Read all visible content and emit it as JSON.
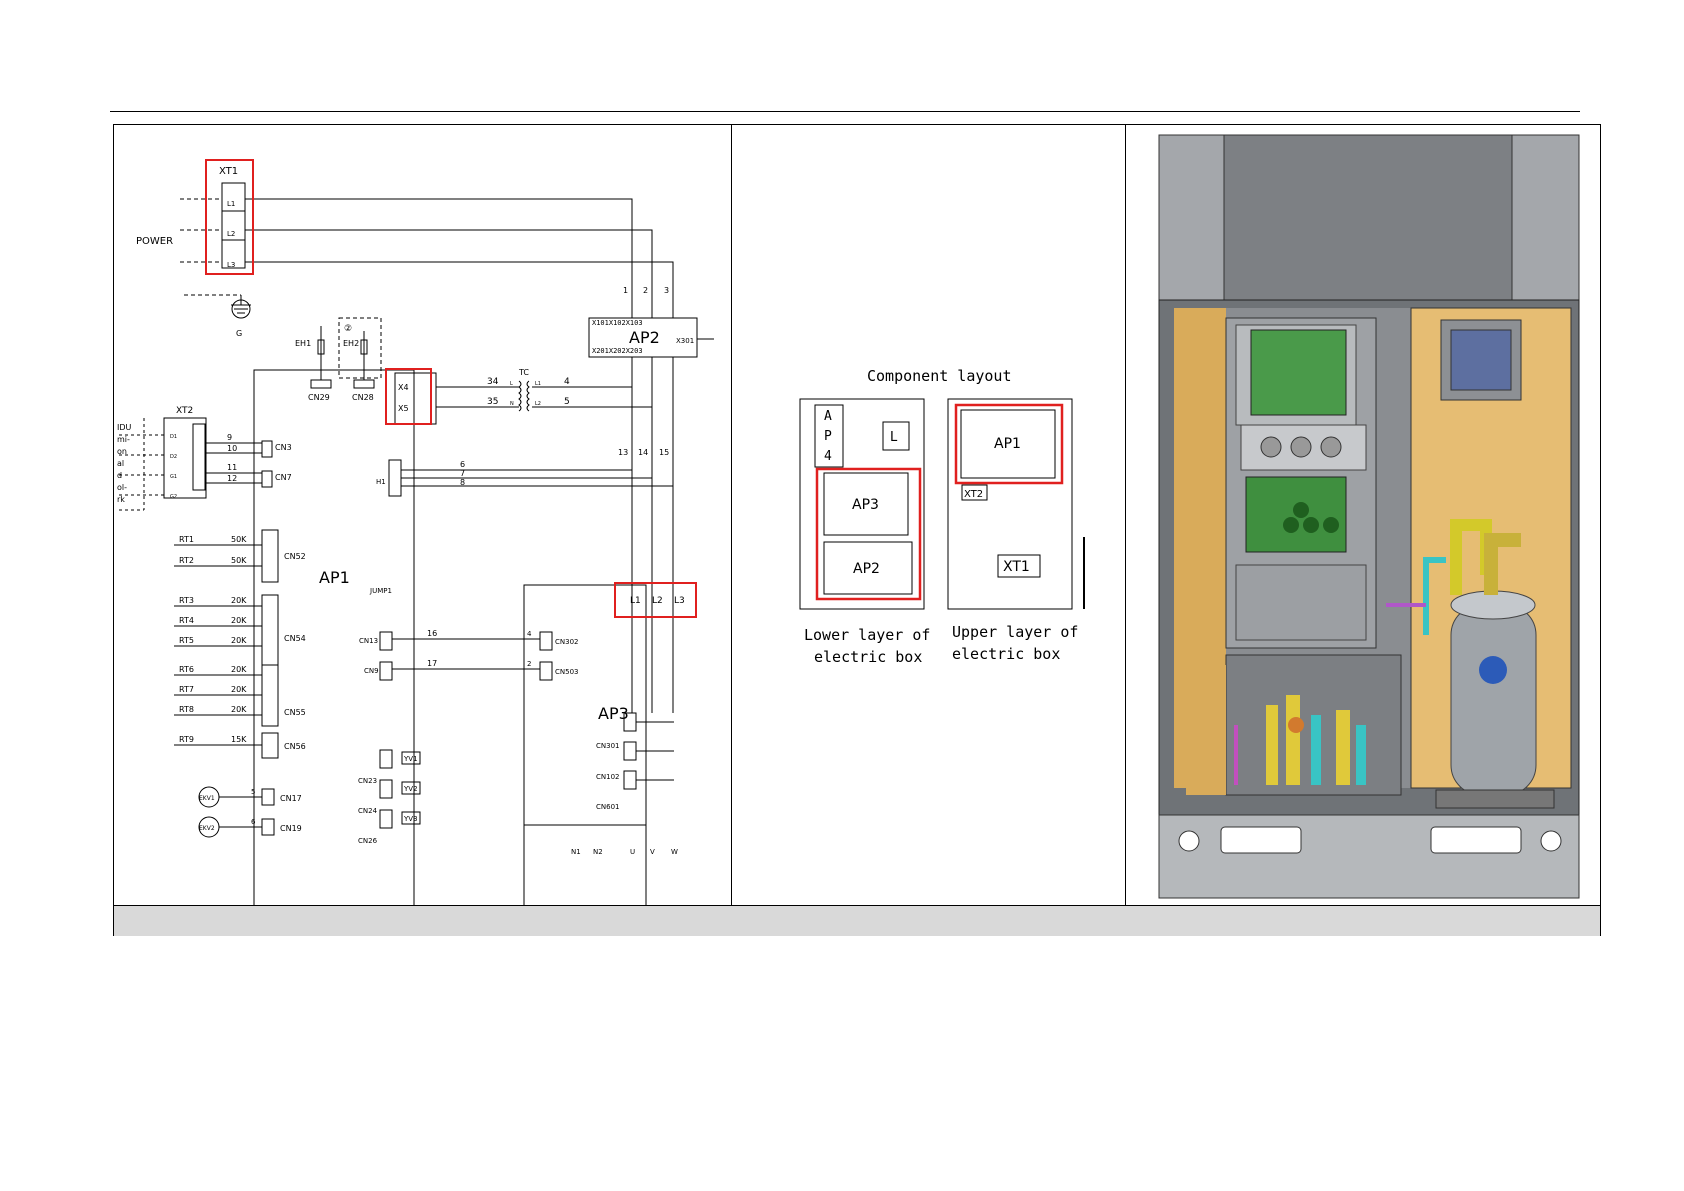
{
  "wiring": {
    "xt1": "XT1",
    "l1": "L1",
    "l2": "L2",
    "l3": "L3",
    "power": "POWER",
    "ground": "G",
    "eh1": "EH1",
    "eh2": "EH2",
    "circled2": "②",
    "cn29": "CN29",
    "cn28": "CN28",
    "x4": "X4",
    "x5": "X5",
    "tc": "TC",
    "tc_l": "L",
    "tc_n": "N",
    "tc_l1": "L1",
    "tc_l2": "L2",
    "w34": "34",
    "w35": "35",
    "w4": "4",
    "w5": "5",
    "w1": "1",
    "w2": "2",
    "w3": "3",
    "w13": "13",
    "w14": "14",
    "w15": "15",
    "w6": "6",
    "w7": "7",
    "w8": "8",
    "w9": "9",
    "w10": "10",
    "w11": "11",
    "w12": "12",
    "w16": "16",
    "w17": "17",
    "w4b": "4",
    "w2b": "2",
    "w5b": "5",
    "w6b": "6",
    "ap2": "AP2",
    "ap2_top": "X101X102X103",
    "ap2_bottom": "X201X202X203",
    "x301": "X301",
    "xt2": "XT2",
    "xt2_pins": [
      "D1",
      "D2",
      "G1",
      "G2"
    ],
    "idu_text": [
      "IDU",
      "mi-",
      "on",
      "al",
      "d",
      "ol-",
      "rk"
    ],
    "cn3": "CN3",
    "cn7": "CN7",
    "h1": "H1",
    "rt": [
      {
        "n": "RT1",
        "v": "50K"
      },
      {
        "n": "RT2",
        "v": "50K"
      },
      {
        "n": "RT3",
        "v": "20K"
      },
      {
        "n": "RT4",
        "v": "20K"
      },
      {
        "n": "RT5",
        "v": "20K"
      },
      {
        "n": "RT6",
        "v": "20K"
      },
      {
        "n": "RT7",
        "v": "20K"
      },
      {
        "n": "RT8",
        "v": "20K"
      },
      {
        "n": "RT9",
        "v": "15K"
      }
    ],
    "cn52": "CN52",
    "cn54": "CN54",
    "cn55": "CN55",
    "cn56": "CN56",
    "ap1": "AP1",
    "jump1": "JUMP1",
    "ekv1": "EKV1",
    "ekv2": "EKV2",
    "cn17": "CN17",
    "cn19": "CN19",
    "cn13": "CN13",
    "cn9": "CN9",
    "cn302": "CN302",
    "cn503": "CN503",
    "ap3": "AP3",
    "cn301": "CN301",
    "cn102": "CN102",
    "cn601": "CN601",
    "cn23": "CN23",
    "cn24": "CN24",
    "cn26": "CN26",
    "yv1": "YV1",
    "yv2": "YV2",
    "yv3": "YV3",
    "ap3_bottom": [
      "N1",
      "N2",
      "U",
      "V",
      "W"
    ]
  },
  "layout": {
    "title": "Component layout",
    "a": "A",
    "p": "P",
    "n4": "4",
    "l": "L",
    "ap3": "AP3",
    "ap2": "AP2",
    "ap1": "AP1",
    "xt2": "XT2",
    "xt1": "XT1",
    "lower_1": "Lower layer of",
    "lower_2": "electric box",
    "upper_1": "Upper layer of",
    "upper_2": "electric box"
  },
  "colors": {
    "highlight": "#e0201f"
  }
}
